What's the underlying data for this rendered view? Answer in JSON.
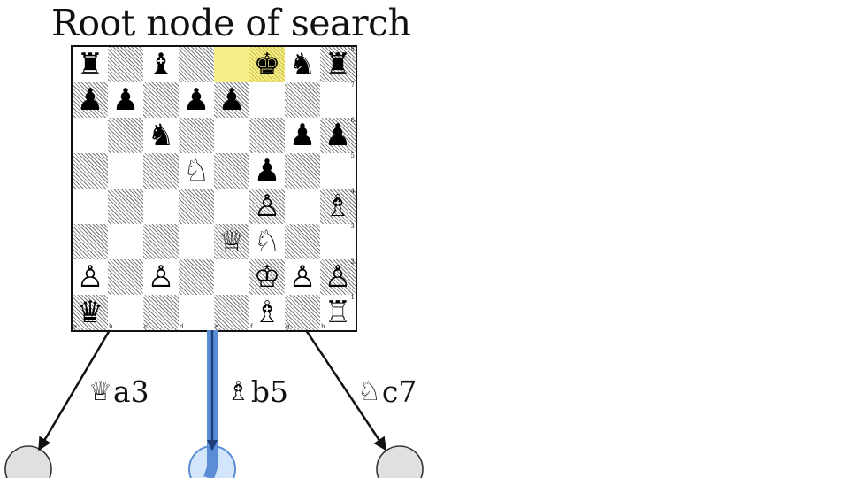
{
  "title": "Root node of search",
  "board": {
    "files": [
      "a",
      "b",
      "c",
      "d",
      "e",
      "f",
      "g",
      "h"
    ],
    "ranks": [
      "8",
      "7",
      "6",
      "5",
      "4",
      "3",
      "2",
      "1"
    ],
    "highlight": [
      "e8",
      "f8"
    ],
    "pieces": [
      {
        "sq": "a8",
        "glyph": "♜"
      },
      {
        "sq": "c8",
        "glyph": "♝"
      },
      {
        "sq": "f8",
        "glyph": "♚"
      },
      {
        "sq": "g8",
        "glyph": "♞"
      },
      {
        "sq": "h8",
        "glyph": "♜"
      },
      {
        "sq": "a7",
        "glyph": "♟"
      },
      {
        "sq": "b7",
        "glyph": "♟"
      },
      {
        "sq": "d7",
        "glyph": "♟"
      },
      {
        "sq": "e7",
        "glyph": "♟"
      },
      {
        "sq": "c6",
        "glyph": "♞"
      },
      {
        "sq": "g6",
        "glyph": "♟"
      },
      {
        "sq": "h6",
        "glyph": "♟"
      },
      {
        "sq": "d5",
        "glyph": "♘"
      },
      {
        "sq": "f5",
        "glyph": "♟"
      },
      {
        "sq": "f4",
        "glyph": "♙"
      },
      {
        "sq": "h4",
        "glyph": "♗"
      },
      {
        "sq": "e3",
        "glyph": "♕"
      },
      {
        "sq": "f3",
        "glyph": "♘"
      },
      {
        "sq": "a2",
        "glyph": "♙"
      },
      {
        "sq": "c2",
        "glyph": "♙"
      },
      {
        "sq": "f2",
        "glyph": "♔"
      },
      {
        "sq": "g2",
        "glyph": "♙"
      },
      {
        "sq": "h2",
        "glyph": "♙"
      },
      {
        "sq": "a1",
        "glyph": "♛"
      },
      {
        "sq": "f1",
        "glyph": "♗"
      },
      {
        "sq": "h1",
        "glyph": "♖"
      }
    ]
  },
  "moves": [
    {
      "piece": "♕",
      "text": "a3",
      "selected": false
    },
    {
      "piece": "♗",
      "text": "b5",
      "selected": true
    },
    {
      "piece": "♘",
      "text": "c7",
      "selected": false
    }
  ],
  "colors": {
    "selected_edge": "#5b8dd6",
    "selected_edge_core": "#1d3f7a",
    "selected_node_fill": "#d3e5fb",
    "selected_node_stroke": "#5b8dd6",
    "node_fill": "#e0e0e0",
    "node_stroke": "#333333",
    "highlight": "#f7ef8a"
  }
}
